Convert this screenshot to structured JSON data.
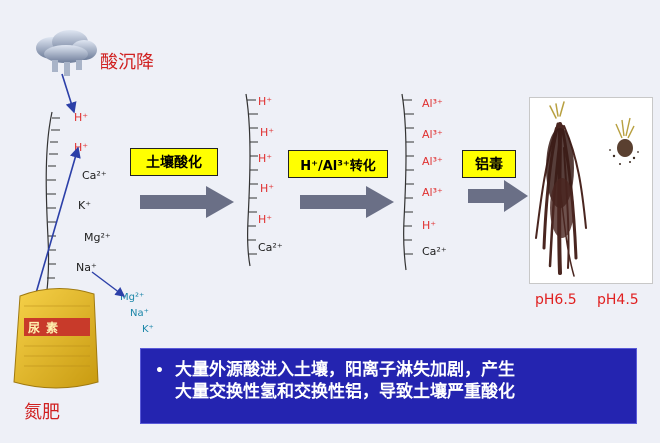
{
  "title": {
    "acid_rain": "酸沉降",
    "nitrogen_fertilizer": "氮肥",
    "bag_label": "尿素"
  },
  "steps": {
    "soil_acidification": "土壤酸化",
    "h_al_conversion": "H⁺/Al³⁺转化",
    "aluminum_toxicity": "铝毒"
  },
  "column1": {
    "ions": [
      "H⁺",
      "H⁺",
      "Ca²⁺",
      "K⁺",
      "Mg²⁺",
      "Na⁺"
    ],
    "leached": [
      "Mg²⁺",
      "Na⁺",
      "K⁺"
    ]
  },
  "column2": {
    "ions": [
      "H⁺",
      "H⁺",
      "H⁺",
      "H⁺",
      "H⁺",
      "Ca²⁺"
    ]
  },
  "column3": {
    "ions": [
      "Al³⁺",
      "Al³⁺",
      "Al³⁺",
      "Al³⁺",
      "H⁺",
      "Ca²⁺"
    ]
  },
  "photo": {
    "label_left": "pH6.5",
    "label_right": "pH4.5"
  },
  "summary": {
    "bullet": "•",
    "line1": "大量外源酸进入土壤，阳离子淋失加剧，产生",
    "line2": "大量交换性氢和交换性铝，导致土壤严重酸化"
  },
  "colors": {
    "label_bg": "#ffff00",
    "summary_bg": "#2424b0",
    "ion_red": "#e03030",
    "arrow": "#6a6f86"
  }
}
